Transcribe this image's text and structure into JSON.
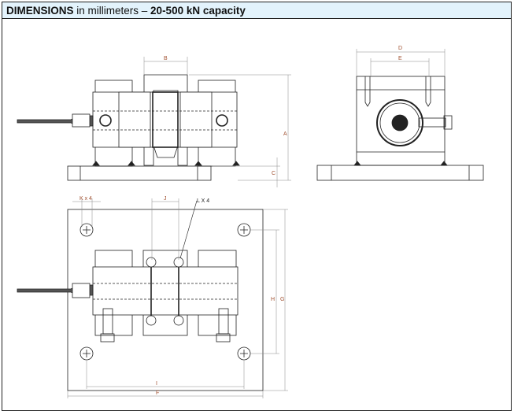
{
  "header": {
    "title_bold": "DIMENSIONS",
    "title_mid": " in millimeters – ",
    "title_bold2": "20-500 kN capacity"
  },
  "labels": {
    "A": "A",
    "B": "B",
    "C": "C",
    "D": "D",
    "E": "E",
    "F": "F",
    "G": "G",
    "H": "H",
    "I": "I",
    "J": "J",
    "K": "K x 4",
    "L": "L X 4"
  },
  "colors": {
    "header_bg": "#e3f3fc",
    "dimension_text": "#a05030"
  }
}
